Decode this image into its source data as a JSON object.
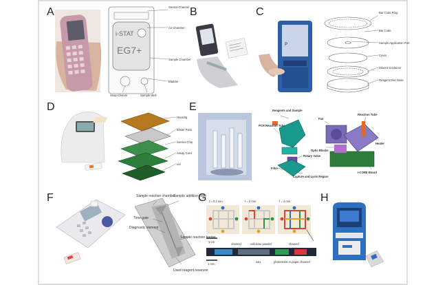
{
  "panels": {
    "A": {
      "letter": "A",
      "device_text": "i-STAT",
      "cartridge_code": "EG7+",
      "callouts": [
        "Sensor Channel",
        "Air Chamber",
        "Sample Chamber",
        "Bladder",
        "Snap Closure",
        "Sample Well"
      ]
    },
    "B": {
      "letter": "B"
    },
    "C": {
      "letter": "C",
      "callouts": [
        "Bar Code Ring",
        "Bar Code",
        "Sample Application Port",
        "Cover",
        "Diluent Container",
        "Reagent Disc Base"
      ]
    },
    "D": {
      "letter": "D",
      "callouts": [
        "Housing",
        "Blister Pack",
        "Sensor Chip",
        "Assay Card",
        "Lid"
      ]
    },
    "E": {
      "letter": "E",
      "callouts": [
        "Reagents and Sample",
        "PCR Reaction Tube",
        "Rotary Valve",
        "Filter",
        "Capture and Lysis Region",
        "Fan",
        "Reaction Tube",
        "Heater",
        "Optic Blocks",
        "I-CORE Board"
      ]
    },
    "F": {
      "letter": "F",
      "callouts": [
        "Sample reaction chamber",
        "Sample addition zone",
        "Time gate",
        "Diagnostic element",
        "Sample reaction barrier",
        "Used reagent reservoir"
      ]
    },
    "G": {
      "letter": "G",
      "timepoints": [
        "t = 0.2 min",
        "t = 2 min",
        "t = 4 min"
      ],
      "scalebars": [
        "1 cm",
        "1 mm"
      ],
      "channel_labels": [
        "channel",
        "cellulose powder",
        "channel",
        "wax",
        "photoresist in paper",
        "channel"
      ]
    },
    "H": {
      "letter": "H"
    }
  },
  "colors": {
    "border": "#bbbbbb",
    "device_blue": "#2f5ea8",
    "cartridge_teal": "#1a9a8c",
    "pcb_green": "#2e7d3a",
    "amber": "#b7791f",
    "hand": "#d8b4a0"
  }
}
